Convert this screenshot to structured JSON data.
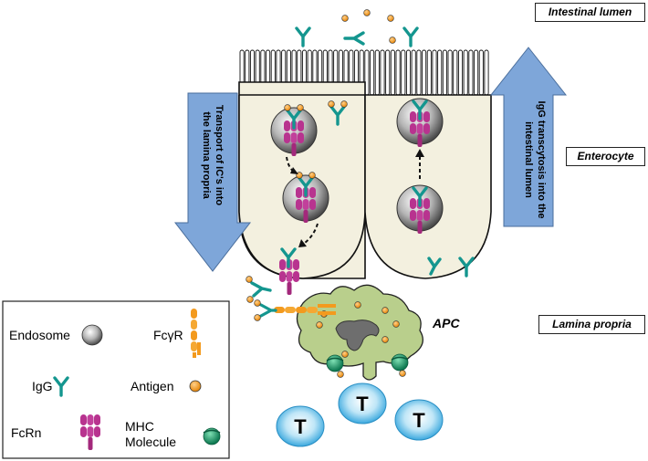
{
  "regions": {
    "lumen": "Intestinal lumen",
    "enterocyte": "Enterocyte",
    "lamina": "Lamina propria"
  },
  "arrows": {
    "down": [
      "Transport of IC's into",
      "the lamina propria"
    ],
    "up": [
      "IgG transcytosis into the",
      "intestinal lumen"
    ]
  },
  "apc_label": "APC",
  "t_cell_label": "T",
  "legend": {
    "endosome": "Endosome",
    "fcgr": "FcγR",
    "igg": "IgG",
    "antigen": "Antigen",
    "fcrn": "FcRn",
    "mhc": [
      "MHC",
      "Molecule"
    ]
  },
  "colors": {
    "igg": "#14968f",
    "fcrn": "#b8338f",
    "antigen": "#f39a1e",
    "arrow_fill": "#7ea6d9",
    "cell_fill": "#f3f0df",
    "apc_fill": "#b9cf8c",
    "mhc": "#1d9a6b",
    "t_cell": "#4fb8e6"
  }
}
